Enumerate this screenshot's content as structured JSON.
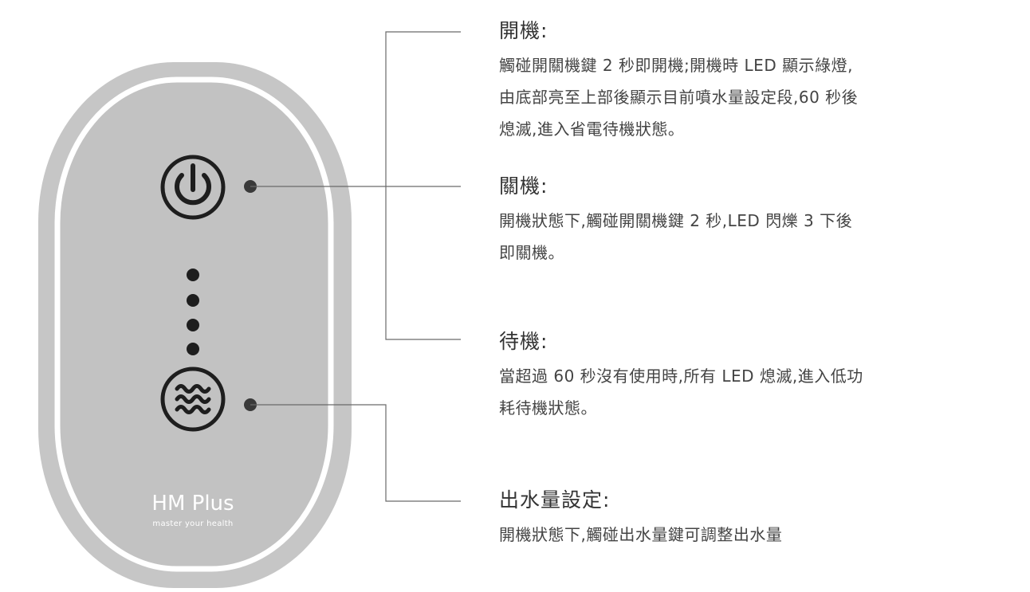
{
  "device": {
    "brand_name": "HM Plus",
    "brand_tagline": "master your health",
    "icons": [
      "power-icon",
      "water-flow-icon"
    ]
  },
  "sections": [
    {
      "title": "開機:",
      "lines": [
        "觸碰開關機鍵 2 秒即開機;開機時 LED 顯示綠燈,",
        "由底部亮至上部後顯示目前噴水量設定段,60 秒後",
        "熄滅,進入省電待機狀態。"
      ]
    },
    {
      "title": "關機:",
      "lines": [
        "開機狀態下,觸碰開關機鍵 2 秒,LED 閃爍 3 下後",
        "即關機。"
      ]
    },
    {
      "title": "待機:",
      "lines": [
        "當超過 60 秒沒有使用時,所有 LED 熄滅,進入低功",
        "耗待機狀態。"
      ]
    },
    {
      "title": "出水量設定:",
      "lines": [
        "開機狀態下,觸碰出水量鍵可調整出水量"
      ]
    }
  ],
  "colors": {
    "device_outer": "#c6c6c6",
    "device_inner": "#c2c2c2",
    "device_ring": "#ffffff",
    "button": "#1e1e1e",
    "leader_line": "#555555"
  }
}
